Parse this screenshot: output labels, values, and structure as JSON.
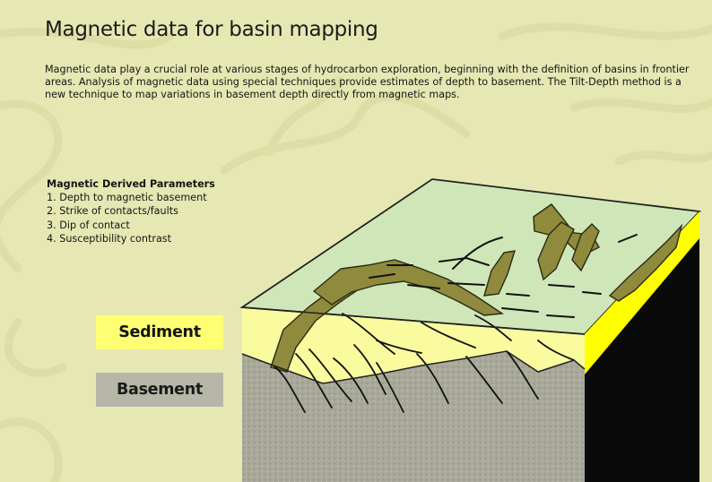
{
  "title": "Magnetic data for basin mapping",
  "intro": "Magnetic data play a crucial role at various stages of hydrocarbon exploration, beginning with the definition of basins in frontier areas. Analysis of magnetic data using special techniques provide estimates of depth to basement. The Tilt-Depth method is a new technique to map variations in basement depth directly from magnetic maps.",
  "parameters": {
    "heading": "Magnetic Derived Parameters",
    "items": [
      "1. Depth to magnetic basement",
      "2. Strike of contacts/faults",
      "3. Dip of contact",
      "4. Susceptibility contrast"
    ]
  },
  "legend": {
    "sediment": "Sediment",
    "basement": "Basement"
  },
  "colors": {
    "background": "#e6e8b3",
    "sediment": "#ffff73",
    "basement": "#b6b6a9",
    "water": "#cfe7b8",
    "outcrop": "#8f8a3c"
  }
}
